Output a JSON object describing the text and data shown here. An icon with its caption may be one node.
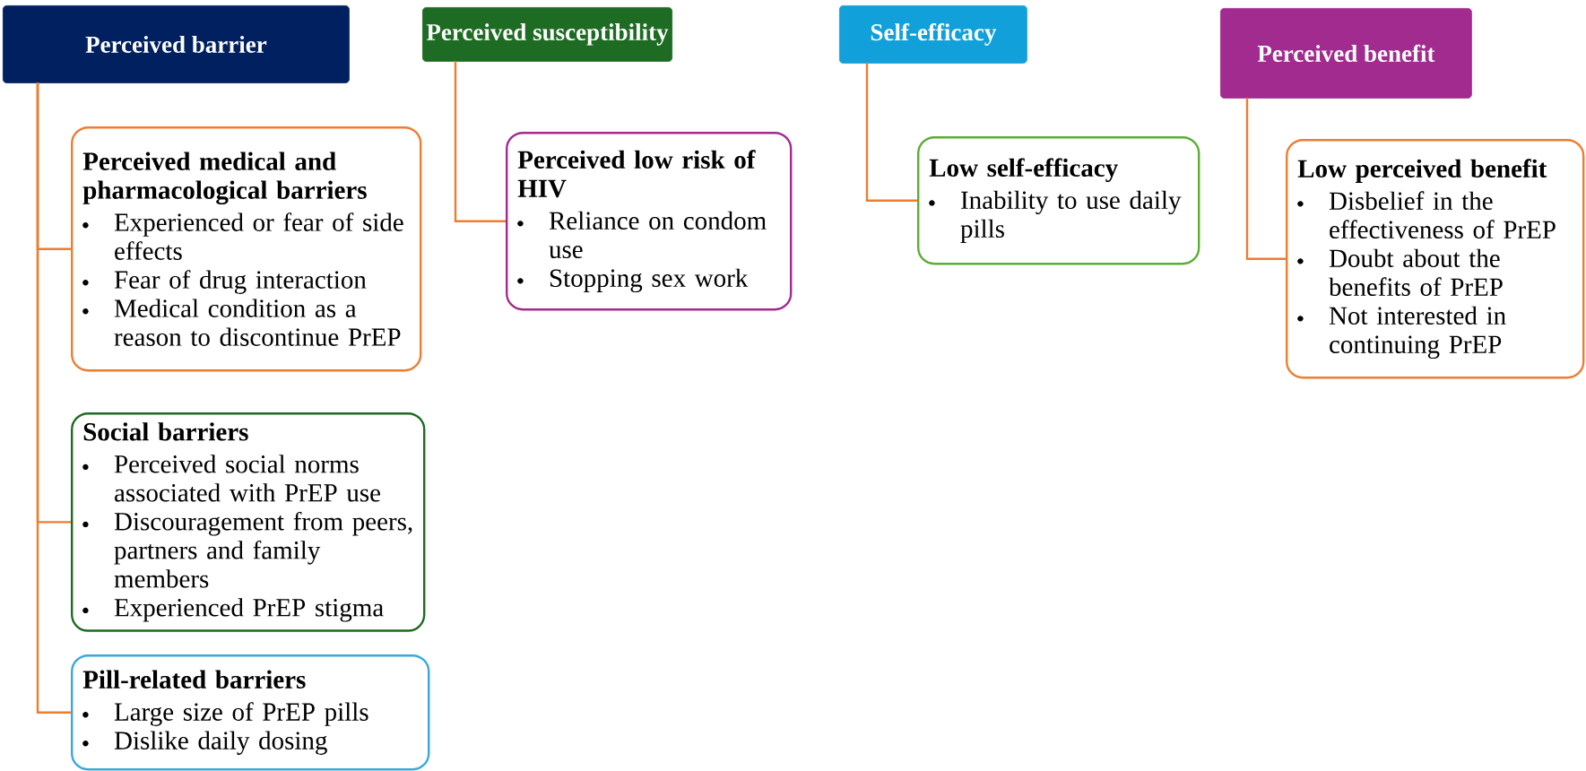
{
  "diagram": {
    "nodes": [
      {
        "text": [
          "Perceived barrier"
        ]
      },
      {
        "text": [
          "Perceived susceptibility"
        ]
      },
      {
        "text": [
          "Self-efficacy"
        ]
      },
      {
        "text": [
          "Perceived benefit"
        ]
      },
      {
        "text": [
          "Perceived medical and pharmacological barriers",
          "Experienced or fear of side effects",
          "Fear of drug interaction",
          "Medical condition as a reason to discontinue PrEP"
        ]
      },
      {
        "text": [
          "Social barriers",
          "Perceived social norms associated with PrEP use",
          "Discouragement from peers, partners and family members",
          "Experienced PrEP stigma"
        ]
      },
      {
        "text": [
          "Pill-related barriers",
          "Large size of PrEP pills",
          "Dislike daily dosing"
        ]
      },
      {
        "text": [
          "Perceived low risk of HIV",
          "Reliance on condom use",
          "Stopping sex work"
        ]
      },
      {
        "text": [
          "Low self-efficacy",
          "Inability to use daily pills"
        ]
      },
      {
        "text": [
          "Low perceived benefit",
          "Disbelief in the effectiveness of PrEP",
          "Doubt about the benefits of PrEP",
          "Not interested in continuing PrEP"
        ]
      }
    ],
    "edges": [
      {
        "from": 0,
        "to": 4,
        "arrow": "none"
      },
      {
        "from": 0,
        "to": 5,
        "arrow": "none"
      },
      {
        "from": 0,
        "to": 6,
        "arrow": "none"
      },
      {
        "from": 1,
        "to": 7,
        "arrow": "none"
      },
      {
        "from": 2,
        "to": 8,
        "arrow": "none"
      },
      {
        "from": 3,
        "to": 9,
        "arrow": "none"
      }
    ]
  }
}
